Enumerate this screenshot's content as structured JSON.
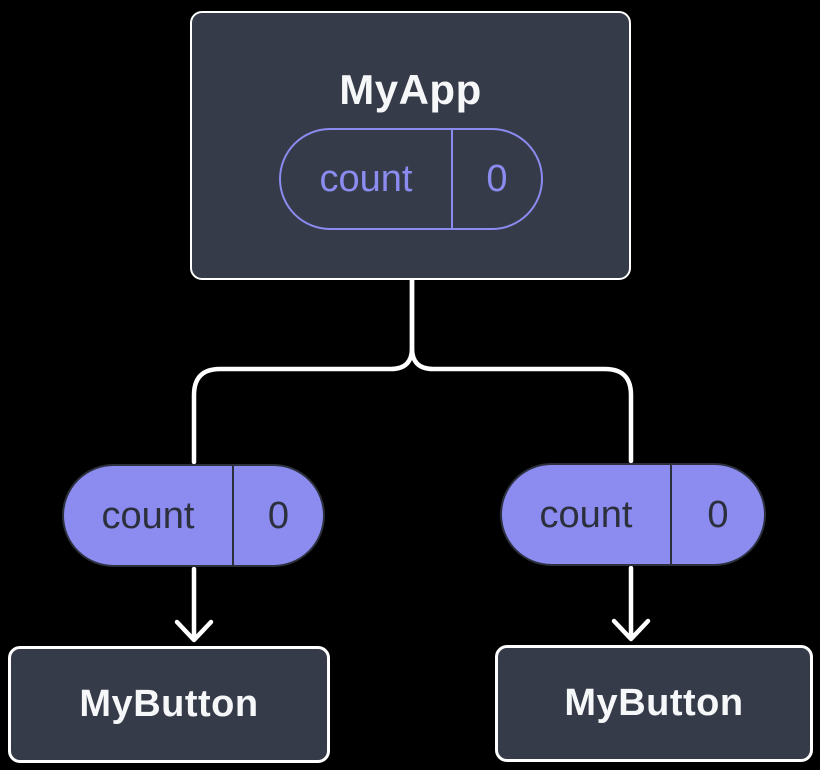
{
  "colors": {
    "bg": "#000000",
    "card": "#353B48",
    "line": "#FFFFFF",
    "purple": "#8B8BF0",
    "ink": "#2B303C",
    "title": "#F6F7F9"
  },
  "root": {
    "title": "MyApp",
    "state": {
      "label": "count",
      "value": "0"
    }
  },
  "children": [
    {
      "title": "MyButton",
      "prop": {
        "label": "count",
        "value": "0"
      }
    },
    {
      "title": "MyButton",
      "prop": {
        "label": "count",
        "value": "0"
      }
    }
  ]
}
